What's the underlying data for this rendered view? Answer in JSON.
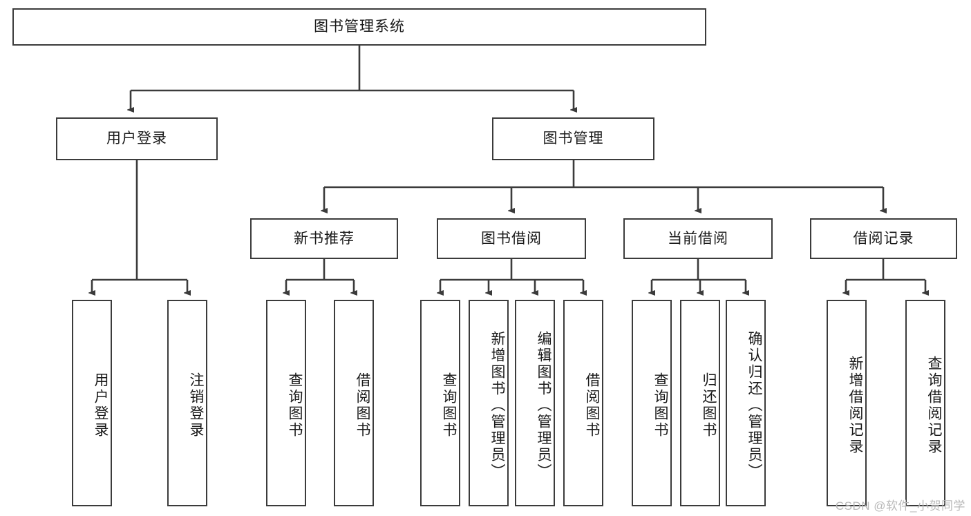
{
  "diagram": {
    "type": "tree",
    "title": "图书管理系统",
    "root": {
      "label": "图书管理系统"
    },
    "level2": [
      {
        "label": "用户登录"
      },
      {
        "label": "图书管理"
      }
    ],
    "level3": [
      {
        "label": "新书推荐"
      },
      {
        "label": "图书借阅"
      },
      {
        "label": "当前借阅"
      },
      {
        "label": "借阅记录"
      }
    ],
    "leaves": {
      "user_login": [
        {
          "label": "用户登录"
        },
        {
          "label": "注销登录"
        }
      ],
      "new_book_recommend": [
        {
          "label": "查询图书"
        },
        {
          "label": "借阅图书"
        }
      ],
      "book_borrow": [
        {
          "label": "查询图书"
        },
        {
          "label": "新增图书（管理员）"
        },
        {
          "label": "编辑图书（管理员）"
        },
        {
          "label": "借阅图书"
        }
      ],
      "current_borrow": [
        {
          "label": "查询图书"
        },
        {
          "label": "归还图书"
        },
        {
          "label": "确认归还（管理员）"
        }
      ],
      "borrow_records": [
        {
          "label": "新增借阅记录"
        },
        {
          "label": "查询借阅记录"
        }
      ]
    }
  },
  "watermark": {
    "text": "CSDN @软件_小贺同学"
  },
  "colors": {
    "border": "#3b3b3b",
    "text": "#1a1a1a",
    "background": "#ffffff",
    "watermark": "#b9b9b9"
  }
}
